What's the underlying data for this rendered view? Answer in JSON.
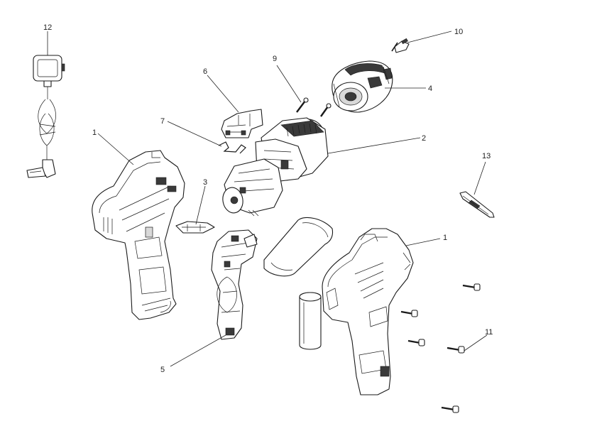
{
  "callouts": {
    "c1a": "1",
    "c1b": "1",
    "c2": "2",
    "c3": "3",
    "c4": "4",
    "c5": "5",
    "c6": "6",
    "c7": "7",
    "c9": "9",
    "c10": "10",
    "c11": "11",
    "c12": "12",
    "c13": "13"
  }
}
